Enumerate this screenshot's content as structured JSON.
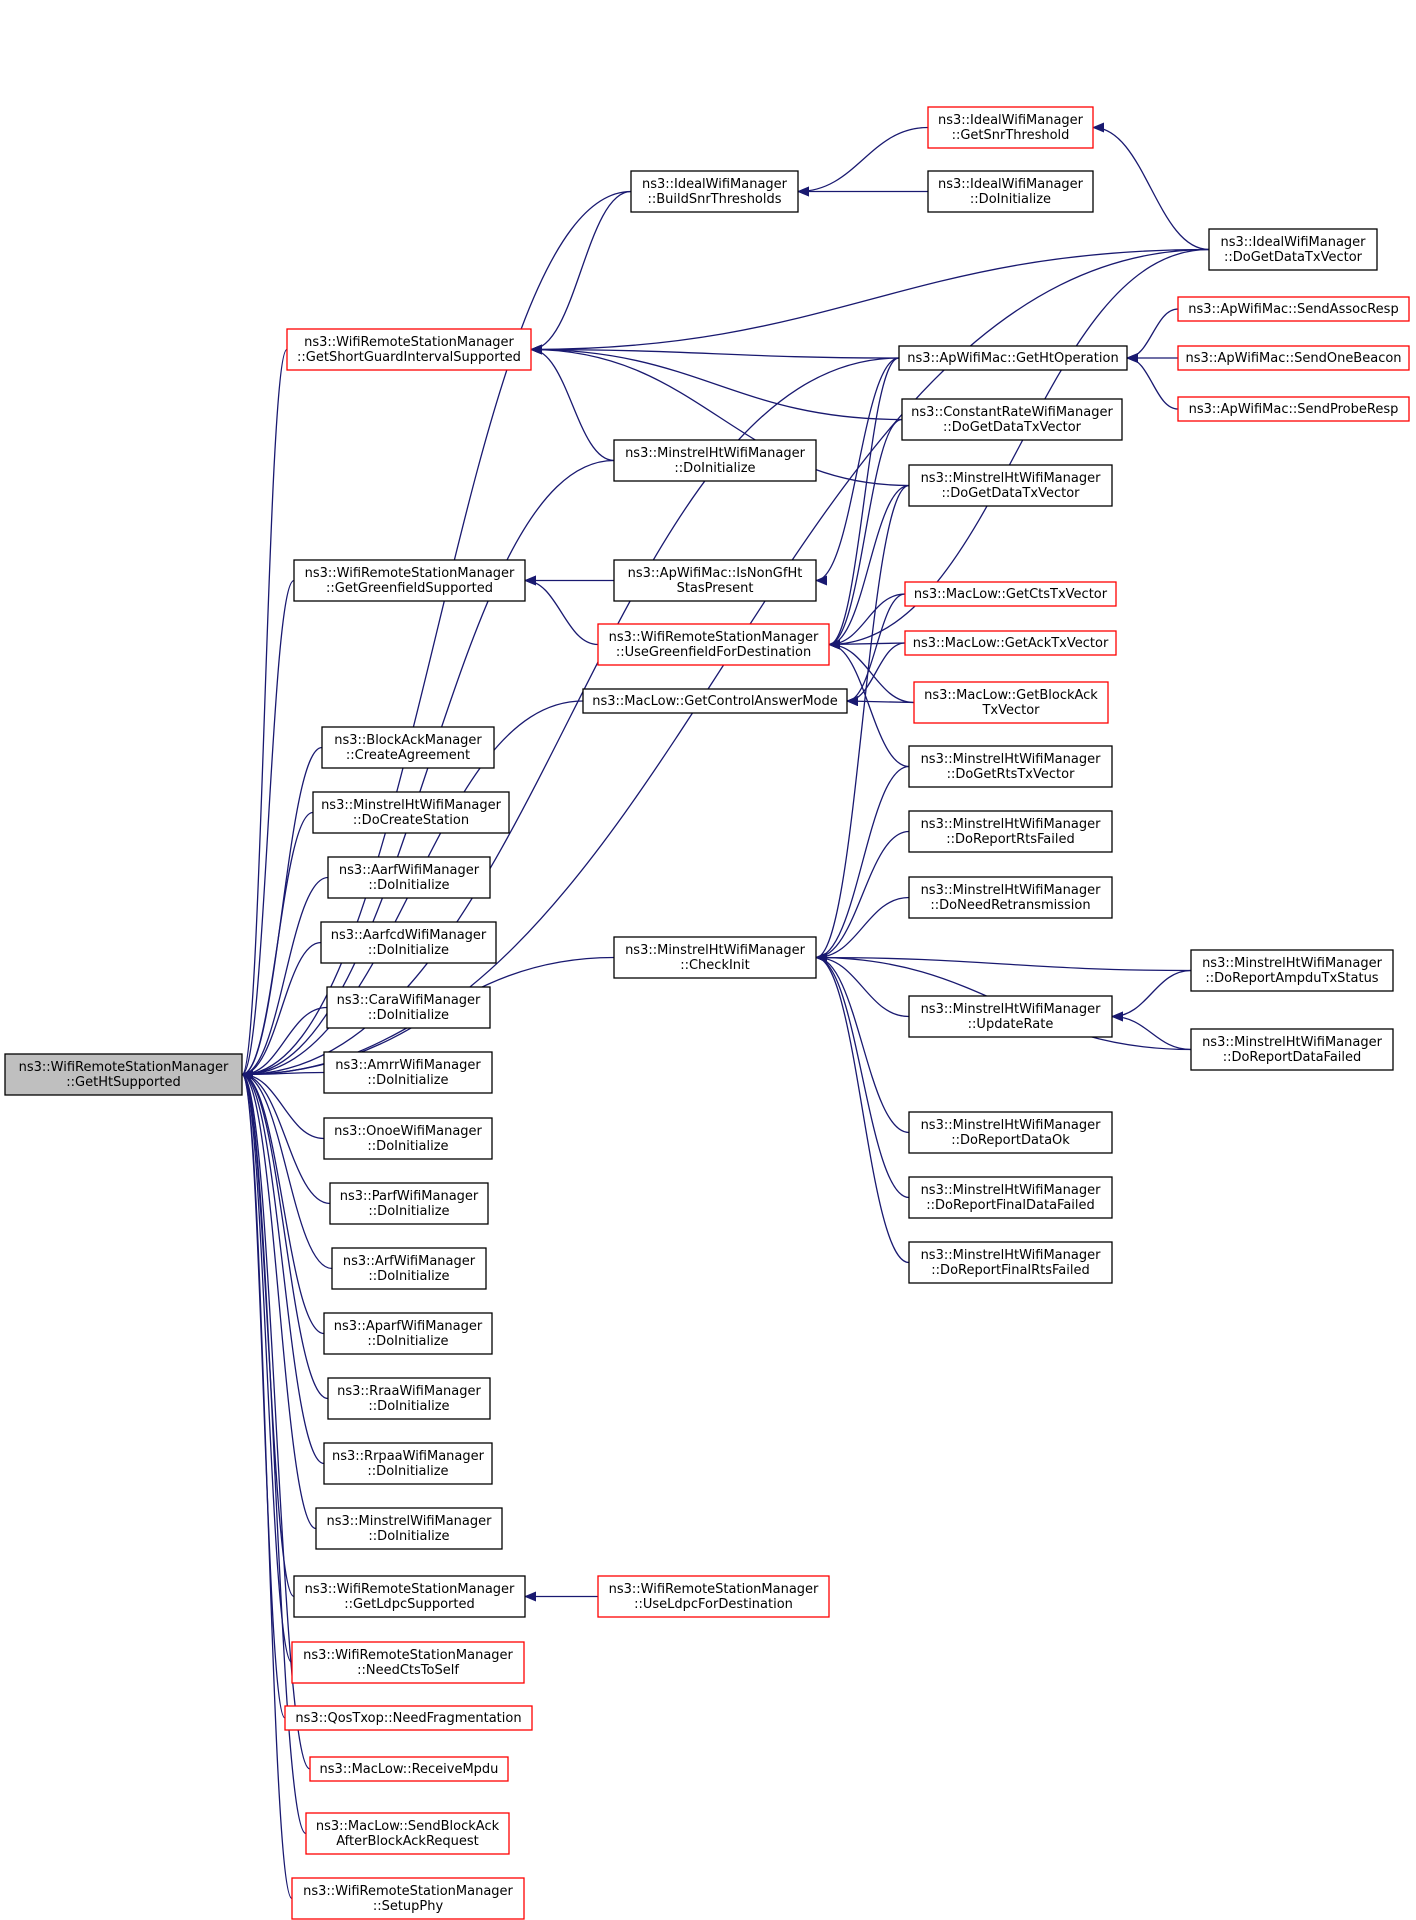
{
  "colors": {
    "edge": "#191970",
    "border_default": "#000000",
    "border_truncated": "#ff0000",
    "focus_fill": "#bfbfbf",
    "node_fill": "#ffffff"
  },
  "nodes": [
    {
      "id": "n_get_ht",
      "lines": [
        "ns3::WifiRemoteStationManager",
        "::GetHtSupported"
      ],
      "style": "focus"
    },
    {
      "id": "n_build_snr",
      "lines": [
        "ns3::IdealWifiManager",
        "::BuildSnrThresholds"
      ],
      "style": "normal"
    },
    {
      "id": "n_get_snr",
      "lines": [
        "ns3::IdealWifiManager",
        "::GetSnrThreshold"
      ],
      "style": "truncated"
    },
    {
      "id": "n_ideal_doinit",
      "lines": [
        "ns3::IdealWifiManager",
        "::DoInitialize"
      ],
      "style": "normal"
    },
    {
      "id": "n_ideal_dogetdata",
      "lines": [
        "ns3::IdealWifiManager",
        "::DoGetDataTxVector"
      ],
      "style": "normal"
    },
    {
      "id": "n_sgi",
      "lines": [
        "ns3::WifiRemoteStationManager",
        "::GetShortGuardIntervalSupported"
      ],
      "style": "truncated"
    },
    {
      "id": "n_ap_getht",
      "lines": [
        "ns3::ApWifiMac::GetHtOperation"
      ],
      "style": "normal"
    },
    {
      "id": "n_ap_assoc",
      "lines": [
        "ns3::ApWifiMac::SendAssocResp"
      ],
      "style": "truncated"
    },
    {
      "id": "n_ap_beacon",
      "lines": [
        "ns3::ApWifiMac::SendOneBeacon"
      ],
      "style": "truncated"
    },
    {
      "id": "n_ap_probe",
      "lines": [
        "ns3::ApWifiMac::SendProbeResp"
      ],
      "style": "truncated"
    },
    {
      "id": "n_const_dogetdata",
      "lines": [
        "ns3::ConstantRateWifiManager",
        "::DoGetDataTxVector"
      ],
      "style": "normal"
    },
    {
      "id": "n_mht_doinit",
      "lines": [
        "ns3::MinstrelHtWifiManager",
        "::DoInitialize"
      ],
      "style": "normal"
    },
    {
      "id": "n_mht_dogetdata",
      "lines": [
        "ns3::MinstrelHtWifiManager",
        "::DoGetDataTxVector"
      ],
      "style": "normal"
    },
    {
      "id": "n_gf",
      "lines": [
        "ns3::WifiRemoteStationManager",
        "::GetGreenfieldSupported"
      ],
      "style": "normal"
    },
    {
      "id": "n_isnongf",
      "lines": [
        "ns3::ApWifiMac::IsNonGfHt",
        "StasPresent"
      ],
      "style": "normal"
    },
    {
      "id": "n_usegf",
      "lines": [
        "ns3::WifiRemoteStationManager",
        "::UseGreenfieldForDestination"
      ],
      "style": "truncated"
    },
    {
      "id": "n_getcts",
      "lines": [
        "ns3::MacLow::GetCtsTxVector"
      ],
      "style": "truncated"
    },
    {
      "id": "n_getack",
      "lines": [
        "ns3::MacLow::GetAckTxVector"
      ],
      "style": "truncated"
    },
    {
      "id": "n_ctrlans",
      "lines": [
        "ns3::MacLow::GetControlAnswerMode"
      ],
      "style": "normal"
    },
    {
      "id": "n_getblockack",
      "lines": [
        "ns3::MacLow::GetBlockAck",
        "TxVector"
      ],
      "style": "truncated"
    },
    {
      "id": "n_mht_dogetrts",
      "lines": [
        "ns3::MinstrelHtWifiManager",
        "::DoGetRtsTxVector"
      ],
      "style": "normal"
    },
    {
      "id": "n_blockack_create",
      "lines": [
        "ns3::BlockAckManager",
        "::CreateAgreement"
      ],
      "style": "normal"
    },
    {
      "id": "n_mht_docreate",
      "lines": [
        "ns3::MinstrelHtWifiManager",
        "::DoCreateStation"
      ],
      "style": "normal"
    },
    {
      "id": "n_mht_reportrts",
      "lines": [
        "ns3::MinstrelHtWifiManager",
        "::DoReportRtsFailed"
      ],
      "style": "normal"
    },
    {
      "id": "n_aarf",
      "lines": [
        "ns3::AarfWifiManager",
        "::DoInitialize"
      ],
      "style": "normal"
    },
    {
      "id": "n_mht_needretx",
      "lines": [
        "ns3::MinstrelHtWifiManager",
        "::DoNeedRetransmission"
      ],
      "style": "normal"
    },
    {
      "id": "n_aarfcd",
      "lines": [
        "ns3::AarfcdWifiManager",
        "::DoInitialize"
      ],
      "style": "normal"
    },
    {
      "id": "n_checkinit",
      "lines": [
        "ns3::MinstrelHtWifiManager",
        "::CheckInit"
      ],
      "style": "normal"
    },
    {
      "id": "n_mht_ampdu",
      "lines": [
        "ns3::MinstrelHtWifiManager",
        "::DoReportAmpduTxStatus"
      ],
      "style": "normal"
    },
    {
      "id": "n_cara",
      "lines": [
        "ns3::CaraWifiManager",
        "::DoInitialize"
      ],
      "style": "normal"
    },
    {
      "id": "n_mht_update",
      "lines": [
        "ns3::MinstrelHtWifiManager",
        "::UpdateRate"
      ],
      "style": "normal"
    },
    {
      "id": "n_mht_datafailed",
      "lines": [
        "ns3::MinstrelHtWifiManager",
        "::DoReportDataFailed"
      ],
      "style": "normal"
    },
    {
      "id": "n_amrr",
      "lines": [
        "ns3::AmrrWifiManager",
        "::DoInitialize"
      ],
      "style": "normal"
    },
    {
      "id": "n_onoe",
      "lines": [
        "ns3::OnoeWifiManager",
        "::DoInitialize"
      ],
      "style": "normal"
    },
    {
      "id": "n_mht_dataok",
      "lines": [
        "ns3::MinstrelHtWifiManager",
        "::DoReportDataOk"
      ],
      "style": "normal"
    },
    {
      "id": "n_parf",
      "lines": [
        "ns3::ParfWifiManager",
        "::DoInitialize"
      ],
      "style": "normal"
    },
    {
      "id": "n_mht_finaldata",
      "lines": [
        "ns3::MinstrelHtWifiManager",
        "::DoReportFinalDataFailed"
      ],
      "style": "normal"
    },
    {
      "id": "n_arf",
      "lines": [
        "ns3::ArfWifiManager",
        "::DoInitialize"
      ],
      "style": "normal"
    },
    {
      "id": "n_mht_finalrts",
      "lines": [
        "ns3::MinstrelHtWifiManager",
        "::DoReportFinalRtsFailed"
      ],
      "style": "normal"
    },
    {
      "id": "n_aparf",
      "lines": [
        "ns3::AparfWifiManager",
        "::DoInitialize"
      ],
      "style": "normal"
    },
    {
      "id": "n_rraa",
      "lines": [
        "ns3::RraaWifiManager",
        "::DoInitialize"
      ],
      "style": "normal"
    },
    {
      "id": "n_rrpaa",
      "lines": [
        "ns3::RrpaaWifiManager",
        "::DoInitialize"
      ],
      "style": "normal"
    },
    {
      "id": "n_minstrel",
      "lines": [
        "ns3::MinstrelWifiManager",
        "::DoInitialize"
      ],
      "style": "normal"
    },
    {
      "id": "n_ldpc",
      "lines": [
        "ns3::WifiRemoteStationManager",
        "::GetLdpcSupported"
      ],
      "style": "normal"
    },
    {
      "id": "n_useldpc",
      "lines": [
        "ns3::WifiRemoteStationManager",
        "::UseLdpcForDestination"
      ],
      "style": "truncated"
    },
    {
      "id": "n_ctsself",
      "lines": [
        "ns3::WifiRemoteStationManager",
        "::NeedCtsToSelf"
      ],
      "style": "truncated"
    },
    {
      "id": "n_qos",
      "lines": [
        "ns3::QosTxop::NeedFragmentation"
      ],
      "style": "truncated"
    },
    {
      "id": "n_recvmpdu",
      "lines": [
        "ns3::MacLow::ReceiveMpdu"
      ],
      "style": "truncated"
    },
    {
      "id": "n_sendblockack",
      "lines": [
        "ns3::MacLow::SendBlockAck",
        "AfterBlockAckRequest"
      ],
      "style": "truncated"
    },
    {
      "id": "n_setupphy",
      "lines": [
        "ns3::WifiRemoteStationManager",
        "::SetupPhy"
      ],
      "style": "truncated"
    }
  ],
  "edges": [
    [
      "n_get_ht",
      "n_build_snr"
    ],
    [
      "n_get_ht",
      "n_ideal_dogetdata"
    ],
    [
      "n_get_ht",
      "n_sgi"
    ],
    [
      "n_get_ht",
      "n_ap_getht"
    ],
    [
      "n_get_ht",
      "n_mht_doinit"
    ],
    [
      "n_get_ht",
      "n_gf"
    ],
    [
      "n_get_ht",
      "n_ctrlans"
    ],
    [
      "n_get_ht",
      "n_checkinit"
    ],
    [
      "n_get_ht",
      "n_blockack_create"
    ],
    [
      "n_get_ht",
      "n_mht_docreate"
    ],
    [
      "n_get_ht",
      "n_aarf"
    ],
    [
      "n_get_ht",
      "n_aarfcd"
    ],
    [
      "n_get_ht",
      "n_cara"
    ],
    [
      "n_get_ht",
      "n_amrr"
    ],
    [
      "n_get_ht",
      "n_onoe"
    ],
    [
      "n_get_ht",
      "n_parf"
    ],
    [
      "n_get_ht",
      "n_arf"
    ],
    [
      "n_get_ht",
      "n_aparf"
    ],
    [
      "n_get_ht",
      "n_rraa"
    ],
    [
      "n_get_ht",
      "n_rrpaa"
    ],
    [
      "n_get_ht",
      "n_minstrel"
    ],
    [
      "n_get_ht",
      "n_ldpc"
    ],
    [
      "n_get_ht",
      "n_ctsself"
    ],
    [
      "n_get_ht",
      "n_qos"
    ],
    [
      "n_get_ht",
      "n_recvmpdu"
    ],
    [
      "n_get_ht",
      "n_sendblockack"
    ],
    [
      "n_get_ht",
      "n_setupphy"
    ],
    [
      "n_build_snr",
      "n_get_snr"
    ],
    [
      "n_build_snr",
      "n_ideal_doinit"
    ],
    [
      "n_get_snr",
      "n_ideal_dogetdata"
    ],
    [
      "n_sgi",
      "n_build_snr"
    ],
    [
      "n_sgi",
      "n_ideal_dogetdata"
    ],
    [
      "n_sgi",
      "n_ap_getht"
    ],
    [
      "n_sgi",
      "n_const_dogetdata"
    ],
    [
      "n_sgi",
      "n_mht_doinit"
    ],
    [
      "n_sgi",
      "n_mht_dogetdata"
    ],
    [
      "n_ap_getht",
      "n_ap_assoc"
    ],
    [
      "n_ap_getht",
      "n_ap_beacon"
    ],
    [
      "n_ap_getht",
      "n_ap_probe"
    ],
    [
      "n_gf",
      "n_isnongf"
    ],
    [
      "n_gf",
      "n_usegf"
    ],
    [
      "n_isnongf",
      "n_ap_getht"
    ],
    [
      "n_usegf",
      "n_ap_getht"
    ],
    [
      "n_usegf",
      "n_const_dogetdata"
    ],
    [
      "n_usegf",
      "n_mht_dogetdata"
    ],
    [
      "n_usegf",
      "n_ideal_dogetdata"
    ],
    [
      "n_usegf",
      "n_getcts"
    ],
    [
      "n_usegf",
      "n_getack"
    ],
    [
      "n_usegf",
      "n_getblockack"
    ],
    [
      "n_usegf",
      "n_mht_dogetrts"
    ],
    [
      "n_ctrlans",
      "n_getack"
    ],
    [
      "n_ctrlans",
      "n_getblockack"
    ],
    [
      "n_ctrlans",
      "n_getcts"
    ],
    [
      "n_checkinit",
      "n_mht_dogetdata"
    ],
    [
      "n_checkinit",
      "n_mht_dogetrts"
    ],
    [
      "n_checkinit",
      "n_mht_reportrts"
    ],
    [
      "n_checkinit",
      "n_mht_needretx"
    ],
    [
      "n_checkinit",
      "n_mht_ampdu"
    ],
    [
      "n_checkinit",
      "n_mht_update"
    ],
    [
      "n_checkinit",
      "n_mht_datafailed"
    ],
    [
      "n_checkinit",
      "n_mht_dataok"
    ],
    [
      "n_checkinit",
      "n_mht_finaldata"
    ],
    [
      "n_checkinit",
      "n_mht_finalrts"
    ],
    [
      "n_mht_update",
      "n_mht_ampdu"
    ],
    [
      "n_mht_update",
      "n_mht_datafailed"
    ],
    [
      "n_ldpc",
      "n_useldpc"
    ]
  ]
}
